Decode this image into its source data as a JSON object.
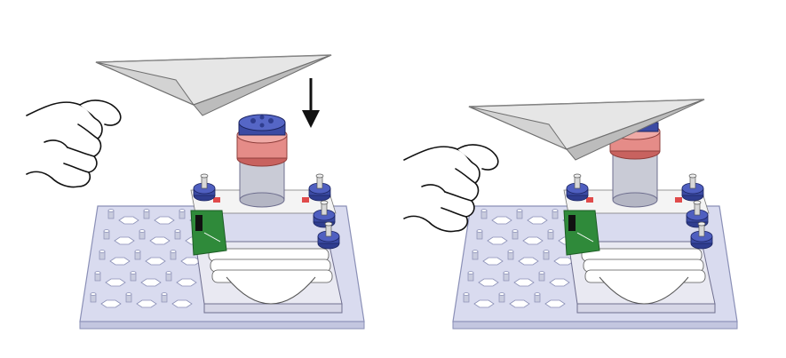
{
  "panels": [
    {
      "state": "before",
      "arrow_visible": true,
      "plane_height": "raised"
    },
    {
      "state": "after",
      "arrow_visible": false,
      "plane_height": "lowered"
    }
  ],
  "colors": {
    "baseplate": "#d9dbef",
    "baseplate_stroke": "#8a8fb6",
    "blue_part": "#3b4aa3",
    "pink_ring": "#e58c88",
    "pink_ring_dark": "#c8625f",
    "gray_cylinder": "#c9cbd6",
    "green_board": "#2f8a3a",
    "red_accent": "#e04b4b",
    "paper": "#e6e6e6",
    "paper_stroke": "#6f6f6f",
    "hand_stroke": "#111111",
    "battery_box": "#e9e9f2"
  }
}
